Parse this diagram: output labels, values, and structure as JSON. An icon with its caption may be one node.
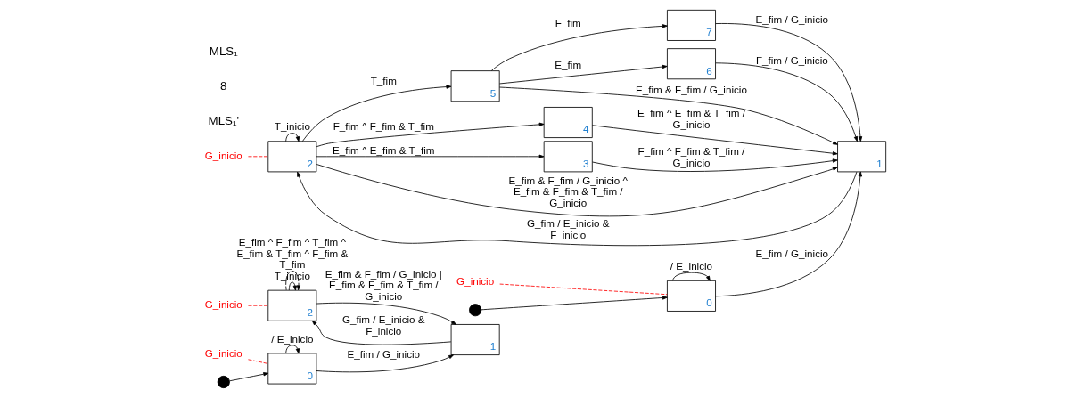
{
  "diagram": {
    "nodes": [
      {
        "text": [],
        "shape": "circle"
      },
      {
        "text": [
          "0"
        ]
      },
      {
        "text": [
          "G_inicio"
        ]
      },
      {
        "text": [
          "1"
        ]
      },
      {
        "text": [
          "2"
        ]
      },
      {
        "text": [
          "G_inicio"
        ]
      },
      {
        "text": [
          "3"
        ]
      },
      {
        "text": [
          "4"
        ]
      },
      {
        "text": [
          "5"
        ]
      },
      {
        "text": [
          "6"
        ]
      },
      {
        "text": [
          "7"
        ]
      },
      {
        "text": [],
        "shape": "circle"
      },
      {
        "text": [
          "0"
        ]
      },
      {
        "text": [
          "G_inicio"
        ]
      },
      {
        "text": [
          "1"
        ]
      },
      {
        "text": [
          "2"
        ]
      },
      {
        "text": [
          "G_inicio"
        ]
      }
    ],
    "edges": [
      {
        "from": 0,
        "to": 1,
        "arrow": "to"
      },
      {
        "from": 1,
        "to": 1,
        "arrow": "to",
        "label": "/ E_inicio"
      },
      {
        "from": 2,
        "to": 1,
        "arrow": "none",
        "style": "dashed",
        "color": "#ff0000"
      },
      {
        "from": 1,
        "to": 3,
        "arrow": "to",
        "label": "E_fim / G_inicio"
      },
      {
        "from": 3,
        "to": 4,
        "arrow": "to",
        "label": "G_fim / E_inicio & F_inicio"
      },
      {
        "from": 4,
        "to": 3,
        "arrow": "to",
        "label": "E_fim & F_fim / G_inicio ^ E_fim & F_fim & T_fim / G_inicio"
      },
      {
        "from": 4,
        "to": 4,
        "arrow": "to",
        "label": "T_inicio"
      },
      {
        "from": 5,
        "to": 4,
        "arrow": "none",
        "style": "dashed",
        "color": "#ff0000"
      },
      {
        "from": 4,
        "to": 6,
        "arrow": "to",
        "label": "E_fim ^ E_fim & T_fim"
      },
      {
        "from": 4,
        "to": 7,
        "arrow": "to",
        "label": "F_fim ^ F_fim & T_fim"
      },
      {
        "from": 4,
        "to": 8,
        "arrow": "to",
        "label": "T_fim"
      },
      {
        "from": 8,
        "to": 3,
        "arrow": "to",
        "label": "E_fim & F_fim / G_inicio"
      },
      {
        "from": 8,
        "to": 9,
        "arrow": "to",
        "label": "E_fim"
      },
      {
        "from": 8,
        "to": 10,
        "arrow": "to",
        "label": "F_fim"
      },
      {
        "from": 9,
        "to": 3,
        "arrow": "to",
        "label": "F_fim / G_inicio"
      },
      {
        "from": 10,
        "to": 3,
        "arrow": "to",
        "label": "E_fim / G_inicio"
      },
      {
        "from": 7,
        "to": 3,
        "arrow": "to",
        "label": "E_fim ^ E_fim & T_fim / G_inicio"
      },
      {
        "from": 6,
        "to": 3,
        "arrow": "to",
        "label": "F_fim ^ F_fim & T_fim / G_inicio"
      },
      {
        "from": 11,
        "to": 12,
        "arrow": "to"
      },
      {
        "from": 12,
        "to": 12,
        "arrow": "to",
        "label": "/ E_inicio"
      },
      {
        "from": 13,
        "to": 12,
        "arrow": "none",
        "style": "dashed",
        "color": "#ff0000"
      },
      {
        "from": 12,
        "to": 14,
        "arrow": "to",
        "label": "E_fim / G_inicio"
      },
      {
        "from": 14,
        "to": 15,
        "arrow": "to",
        "label": "G_fim / E_inicio & F_inicio"
      },
      {
        "from": 15,
        "to": 14,
        "arrow": "to",
        "label": "E_fim & F_fim / G_inicio | E_fim & F_fim & T_fim / G_inicio"
      },
      {
        "from": 15,
        "to": 15,
        "arrow": "to",
        "label": "T_inicio"
      },
      {
        "from": 15,
        "to": 15,
        "arrow": "to",
        "style": "dashed",
        "label": "E_fim ^ F_fim ^ T_fim ^ E_fim & T_fim ^ F_fim & T_fim"
      },
      {
        "from": 16,
        "to": 15,
        "arrow": "none",
        "style": "dashed",
        "color": "#ff0000"
      }
    ],
    "labels": [
      "MLS₁'",
      "8",
      "MLS₁"
    ]
  }
}
